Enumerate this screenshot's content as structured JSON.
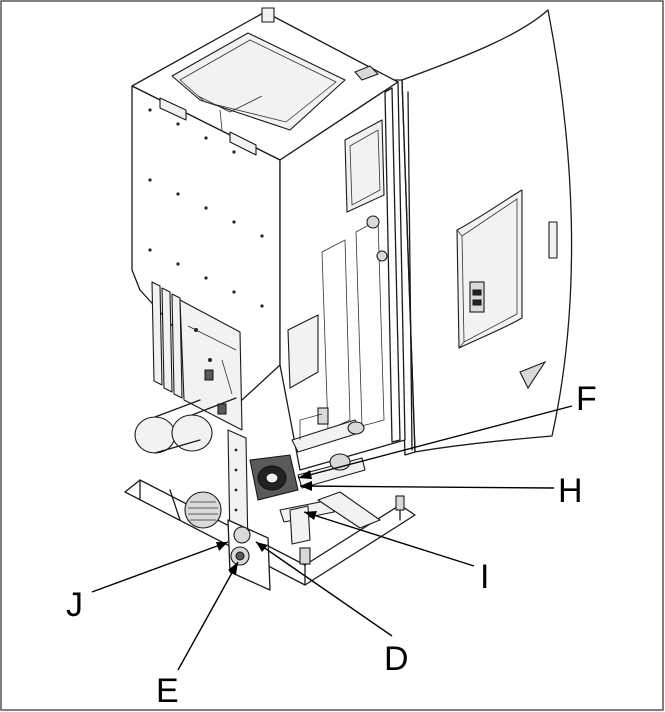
{
  "callouts": [
    {
      "id": "F",
      "label": "F"
    },
    {
      "id": "H",
      "label": "H"
    },
    {
      "id": "I",
      "label": "I"
    },
    {
      "id": "J",
      "label": "J"
    },
    {
      "id": "D",
      "label": "D"
    },
    {
      "id": "E",
      "label": "E"
    }
  ],
  "colors": {
    "ink": "#1a1a1a",
    "paper": "#ffffff",
    "frame": "#555555"
  }
}
